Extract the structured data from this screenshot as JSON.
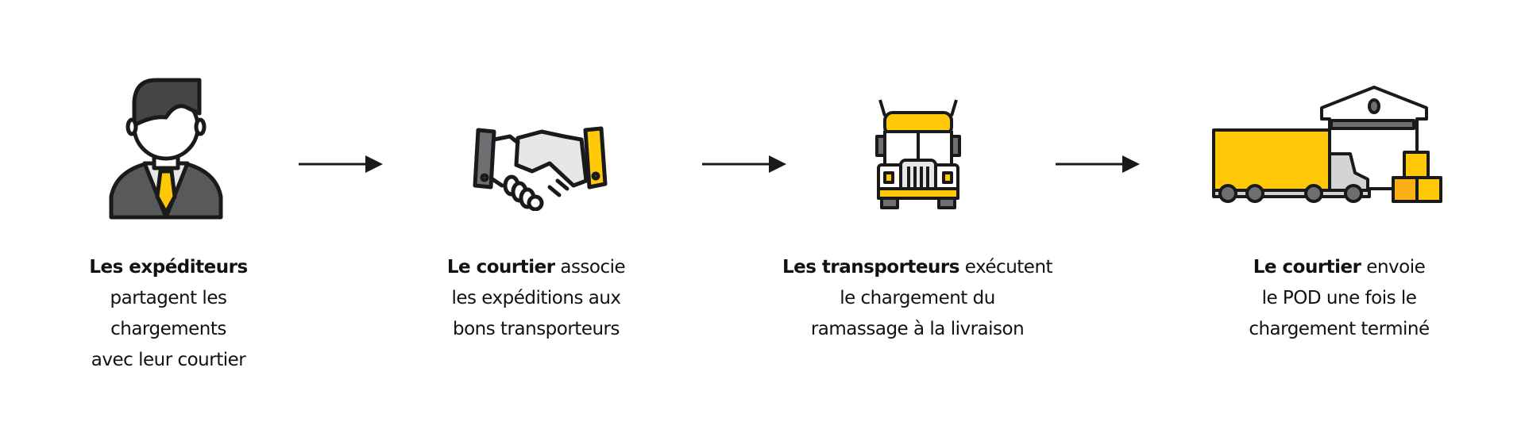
{
  "steps": [
    {
      "icon": "businessman-icon",
      "bold": "Les expéditeurs",
      "lines": [
        "",
        "partagent les",
        "chargements",
        "avec leur courtier"
      ]
    },
    {
      "icon": "handshake-icon",
      "bold": "Le courtier",
      "lines": [
        " associe",
        "les expéditions aux",
        "bons transporteurs"
      ]
    },
    {
      "icon": "truck-icon",
      "bold": "Les transporteurs",
      "lines": [
        " exécutent",
        "le chargement du",
        "ramassage à la livraison"
      ]
    },
    {
      "icon": "warehouse-delivery-icon",
      "bold": "Le courtier",
      "lines": [
        " envoie",
        "le POD une fois le",
        "chargement terminé"
      ]
    }
  ],
  "colors": {
    "yellow": "#FFC907",
    "dark": "#1a1a1a",
    "gray": "#6d6f72",
    "lightgray": "#e6e7e8"
  }
}
